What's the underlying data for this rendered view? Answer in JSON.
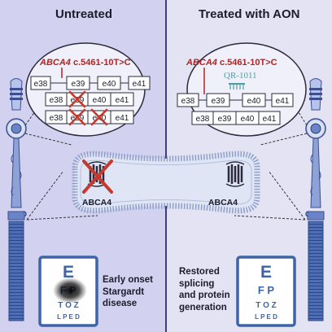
{
  "panels": {
    "left_title": "Untreated",
    "right_title": "Treated with AON"
  },
  "variant": {
    "gene": "ABCA4",
    "mutation": "c.5461-10T>C"
  },
  "aon_name": "QR-1011",
  "exons": {
    "e38": "e38",
    "e39": "e39",
    "e40": "e40",
    "e41": "e41",
    "e39_partial": "e39",
    "e40_partial": "e40"
  },
  "protein_label": "ABCA4",
  "outcomes": {
    "untreated": [
      "Early onset",
      "Stargardt",
      "disease"
    ],
    "treated": [
      "Restored",
      "splicing",
      "and protein",
      "generation"
    ]
  },
  "eye_chart": {
    "row1": "E",
    "row2": "F P",
    "row3": "T O Z",
    "row4": "L P E D"
  },
  "colors": {
    "untreated_bg": "#d2d2f0",
    "treated_bg": "#e3e3f3",
    "mutation_red": "#b02424",
    "cross_red": "#c43a2e",
    "aon_teal": "#4c9ea3",
    "eye_chart_blue": "#3d64a6",
    "membrane_blue": "#8fa0c8"
  }
}
